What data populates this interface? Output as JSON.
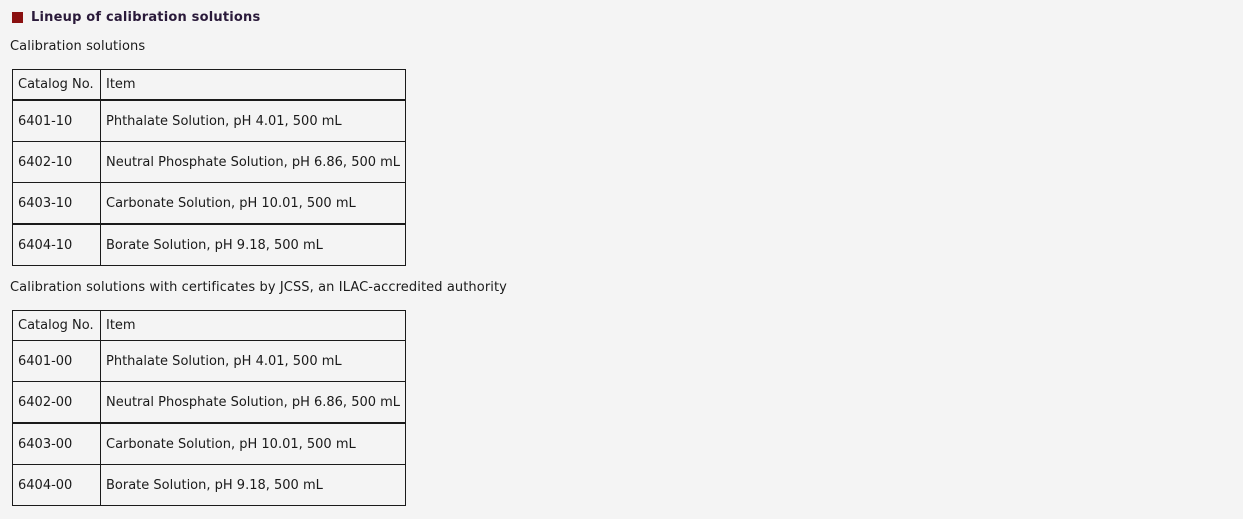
{
  "section": {
    "title": "Lineup of calibration solutions"
  },
  "tables": [
    {
      "caption": "Calibration solutions",
      "headers": [
        "Catalog No.",
        "Item"
      ],
      "rows": [
        [
          "6401-10",
          "Phthalate Solution, pH 4.01, 500 mL"
        ],
        [
          "6402-10",
          "Neutral Phosphate Solution, pH 6.86, 500 mL"
        ],
        [
          "6403-10",
          "Carbonate Solution, pH 10.01, 500 mL"
        ],
        [
          "6404-10",
          "Borate Solution, pH 9.18, 500 mL"
        ]
      ]
    },
    {
      "caption": "Calibration solutions with certificates by JCSS, an ILAC-accredited authority",
      "headers": [
        "Catalog No.",
        "Item"
      ],
      "rows": [
        [
          "6401-00",
          "Phthalate Solution, pH 4.01, 500 mL"
        ],
        [
          "6402-00",
          "Neutral Phosphate Solution, pH 6.86, 500 mL"
        ],
        [
          "6403-00",
          "Carbonate Solution, pH 10.01, 500 mL"
        ],
        [
          "6404-00",
          "Borate Solution, pH 9.18, 500 mL"
        ]
      ]
    }
  ],
  "colors": {
    "accent_square": "#8a1010",
    "background": "#f4f4f4",
    "border": "#1a1a1a"
  }
}
